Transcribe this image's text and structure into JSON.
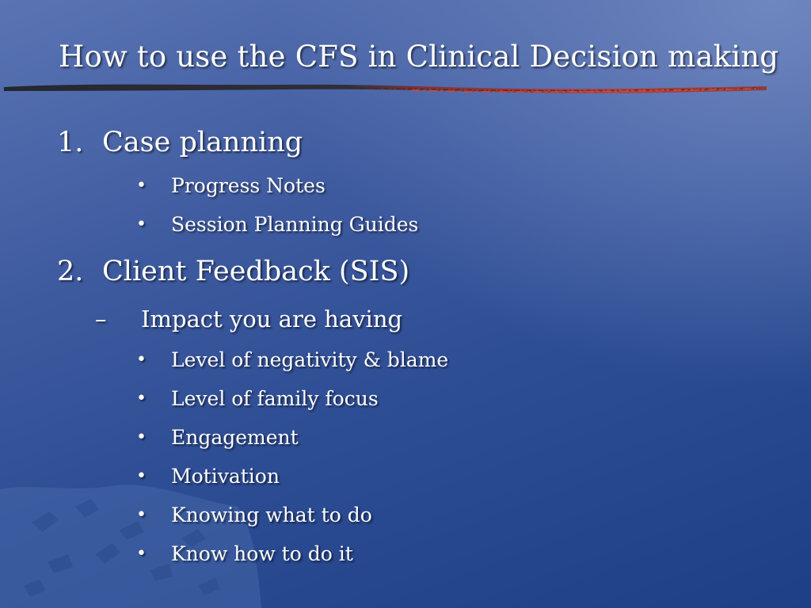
{
  "slide": {
    "title": "How to use the CFS in Clinical Decision making",
    "outline": [
      {
        "level": 1,
        "marker": "1.",
        "text": "Case planning"
      },
      {
        "level": 3,
        "marker": "•",
        "text": "Progress Notes"
      },
      {
        "level": 3,
        "marker": "•",
        "text": "Session Planning Guides"
      },
      {
        "level": 1,
        "marker": "2.",
        "text": "Client Feedback (SIS)"
      },
      {
        "level": 2,
        "marker": "–",
        "text": "Impact you are having"
      },
      {
        "level": 3,
        "marker": "•",
        "text": "Level of negativity & blame"
      },
      {
        "level": 3,
        "marker": "•",
        "text": "Level of family focus"
      },
      {
        "level": 3,
        "marker": "•",
        "text": "Engagement"
      },
      {
        "level": 3,
        "marker": "•",
        "text": "Motivation"
      },
      {
        "level": 3,
        "marker": "•",
        "text": "Knowing what to do"
      },
      {
        "level": 3,
        "marker": "•",
        "text": "Know how to do it"
      }
    ]
  },
  "colors": {
    "background_dark": "#1e3f86",
    "background_light": "#6f87c0",
    "text": "#ffffff",
    "brush_dark": "#1a1a1a",
    "brush_red": "#c0392b"
  },
  "icons": {
    "title_underline": "brush-stroke-divider",
    "corner_decoration": "scattered-boats-map-icon"
  }
}
